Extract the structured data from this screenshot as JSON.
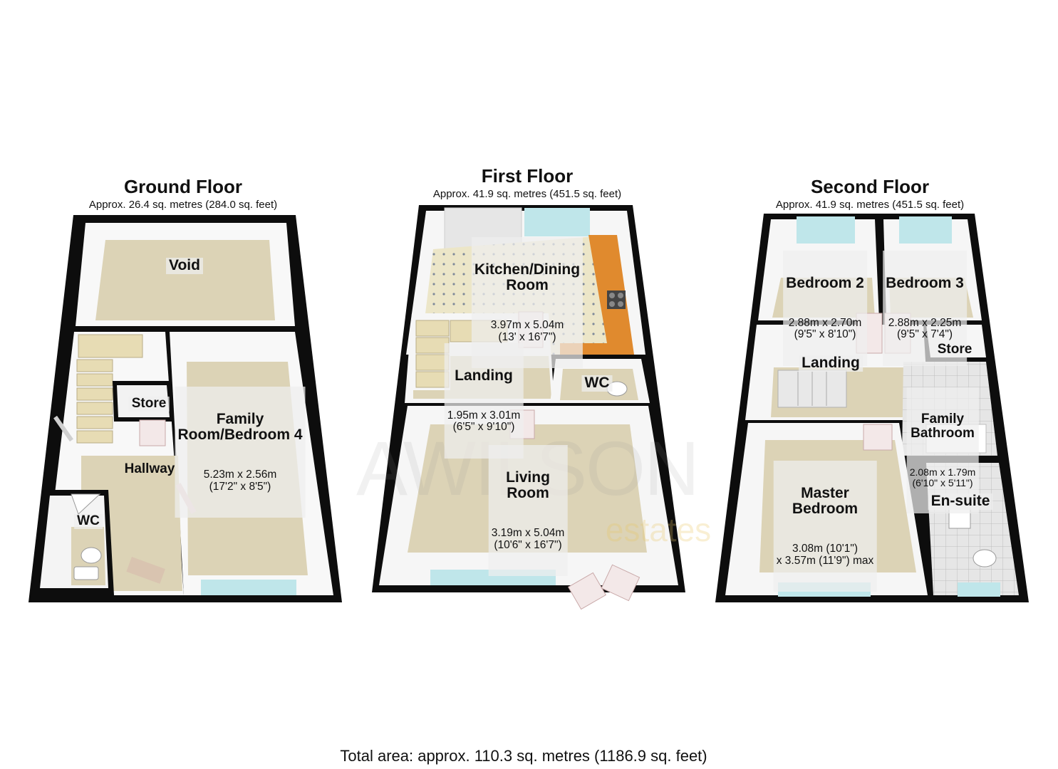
{
  "watermark": {
    "brand": "AWILSON",
    "sub": "estates"
  },
  "floors": [
    {
      "name": "Ground Floor",
      "area": "Approx. 26.4 sq. metres (284.0 sq. feet)",
      "rooms": [
        {
          "name": "Void"
        },
        {
          "name": "Family\nRoom/Bedroom 4",
          "dim": "5.23m x 2.56m\n(17'2\" x 8'5\")"
        },
        {
          "name": "Store"
        },
        {
          "name": "Hallway"
        },
        {
          "name": "WC"
        }
      ]
    },
    {
      "name": "First Floor",
      "area": "Approx. 41.9 sq. metres (451.5 sq. feet)",
      "rooms": [
        {
          "name": "Kitchen/Dining\nRoom",
          "dim": "3.97m x 5.04m\n(13' x 16'7\")"
        },
        {
          "name": "Landing",
          "dim": "1.95m x 3.01m\n(6'5\" x 9'10\")"
        },
        {
          "name": "WC"
        },
        {
          "name": "Living\nRoom",
          "dim": "3.19m x 5.04m\n(10'6\" x 16'7\")"
        }
      ]
    },
    {
      "name": "Second Floor",
      "area": "Approx. 41.9 sq. metres (451.5 sq. feet)",
      "rooms": [
        {
          "name": "Bedroom 2",
          "dim": "2.88m x 2.70m\n(9'5\" x 8'10\")"
        },
        {
          "name": "Bedroom 3",
          "dim": "2.88m x 2.25m\n(9'5\" x 7'4\")"
        },
        {
          "name": "Store"
        },
        {
          "name": "Landing"
        },
        {
          "name": "Family\nBathroom",
          "dim": "2.08m x 1.79m\n(6'10\" x 5'11\")"
        },
        {
          "name": "Master\nBedroom",
          "dim": "3.08m (10'1\")\nx 3.57m (11'9\") max"
        },
        {
          "name": "En-suite"
        }
      ]
    }
  ],
  "total_area": "Total area: approx. 110.3 sq. metres (1186.9 sq. feet)",
  "colors": {
    "wall": "#0d0d0d",
    "wall_face": "#fafafa",
    "floor": "#dcd3b6",
    "kitchen_worktop": "#e08a2e",
    "tile": "#ece6c8",
    "window": "#bfe6ea"
  }
}
